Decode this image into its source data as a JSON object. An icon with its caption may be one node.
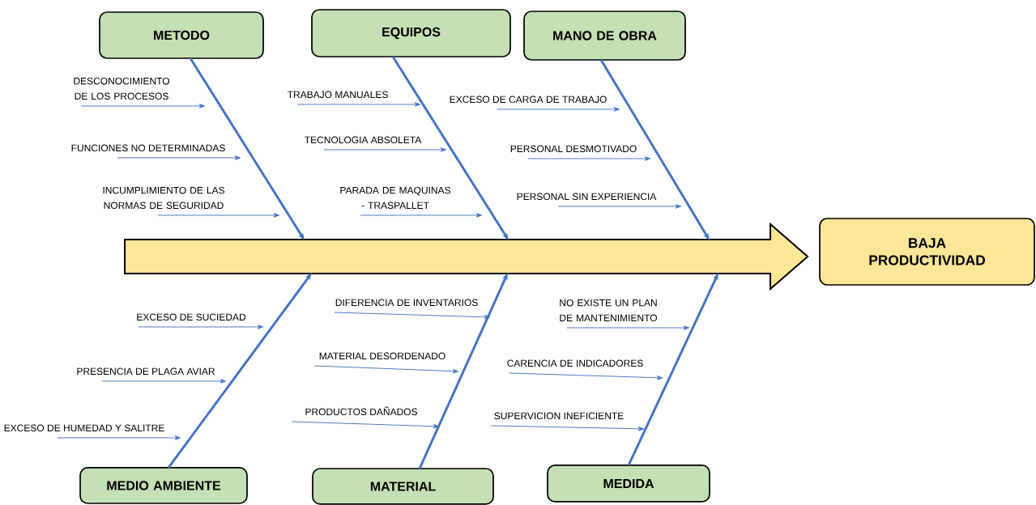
{
  "diagram": {
    "nodes": [
      {
        "text": [
          "METODO"
        ]
      },
      {
        "text": [
          "EQUIPOS"
        ]
      },
      {
        "text": [
          "MANO DE OBRA"
        ]
      },
      {
        "text": [],
        "shape": "arrow"
      },
      {
        "text": [
          "BAJA PRODUCTIVIDAD"
        ]
      },
      {
        "text": [
          "MEDIO AMBIENTE"
        ]
      },
      {
        "text": [
          "MATERIAL"
        ]
      },
      {
        "text": [
          "MEDIDA"
        ]
      },
      {
        "text": [
          "DESCONOCIMIENTO DE LOS PROCESOS"
        ]
      },
      {
        "text": [
          "FUNCIONES NO DETERMINADAS"
        ]
      },
      {
        "text": [
          "INCUMPLIMIENTO DE LAS NORMAS DE SEGURIDAD"
        ]
      },
      {
        "text": [
          "TRABAJO MANUALES"
        ]
      },
      {
        "text": [
          "TECNOLOGIA ABSOLETA"
        ]
      },
      {
        "text": [
          "PARADA DE MAQUINAS - TRASPALLET"
        ]
      },
      {
        "text": [
          "EXCESO DE CARGA DE TRABAJO"
        ]
      },
      {
        "text": [
          "PERSONAL DESMOTIVADO"
        ]
      },
      {
        "text": [
          "PERSONAL SIN EXPERIENCIA"
        ]
      },
      {
        "text": [
          "EXCESO DE SUCIEDAD"
        ]
      },
      {
        "text": [
          "PRESENCIA DE PLAGA AVIAR"
        ]
      },
      {
        "text": [
          "EXCESO DE HUMEDAD Y SALITRE"
        ]
      },
      {
        "text": [
          "DIFERENCIA DE INVENTARIOS"
        ]
      },
      {
        "text": [
          "MATERIAL DESORDENADO"
        ]
      },
      {
        "text": [
          "PRODUCTOS DAÑADOS"
        ]
      },
      {
        "text": [
          "NO EXISTE UN PLAN DE MANTENIMIENTO"
        ]
      },
      {
        "text": [
          "CARENCIA DE INDICADORES"
        ]
      },
      {
        "text": [
          "SUPERVICION INEFICIENTE"
        ]
      }
    ],
    "edges": [
      {
        "from": 0,
        "to": 3,
        "arrow": "to",
        "style": "thick"
      },
      {
        "from": 1,
        "to": 3,
        "arrow": "to",
        "style": "thick"
      },
      {
        "from": 2,
        "to": 3,
        "arrow": "to",
        "style": "thick"
      },
      {
        "from": 5,
        "to": 3,
        "arrow": "to",
        "style": "thick"
      },
      {
        "from": 6,
        "to": 3,
        "arrow": "to",
        "style": "thick"
      },
      {
        "from": 7,
        "to": 3,
        "arrow": "to",
        "style": "thick"
      },
      {
        "from": 8,
        "to": null,
        "arrow": "to"
      },
      {
        "from": 9,
        "to": null,
        "arrow": "to"
      },
      {
        "from": 10,
        "to": null,
        "arrow": "to"
      },
      {
        "from": 11,
        "to": null,
        "arrow": "to"
      },
      {
        "from": 12,
        "to": null,
        "arrow": "to"
      },
      {
        "from": 13,
        "to": null,
        "arrow": "to"
      },
      {
        "from": 14,
        "to": null,
        "arrow": "to"
      },
      {
        "from": 15,
        "to": null,
        "arrow": "to"
      },
      {
        "from": 16,
        "to": null,
        "arrow": "to"
      },
      {
        "from": 17,
        "to": null,
        "arrow": "to"
      },
      {
        "from": 18,
        "to": null,
        "arrow": "to"
      },
      {
        "from": 19,
        "to": null,
        "arrow": "to"
      },
      {
        "from": 20,
        "to": null,
        "arrow": "to"
      },
      {
        "from": 21,
        "to": null,
        "arrow": "to"
      },
      {
        "from": 22,
        "to": null,
        "arrow": "to"
      },
      {
        "from": 23,
        "to": null,
        "arrow": "to"
      },
      {
        "from": 24,
        "to": null,
        "arrow": "to"
      },
      {
        "from": 25,
        "to": null,
        "arrow": "to"
      }
    ]
  }
}
